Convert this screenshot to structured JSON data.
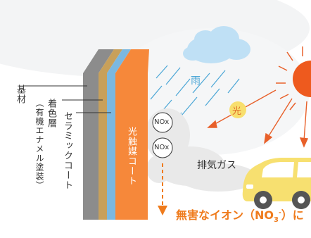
{
  "labels": {
    "substrate": "基材",
    "colored_layer": "着色層",
    "colored_layer_note": "（有機エナメル塗装）",
    "ceramic_coat": "セラミックコート",
    "photocatalyst_coat": "光触媒コート",
    "rain": "雨",
    "light": "光",
    "nox_1": "NOx",
    "nox_2": "NOx",
    "exhaust": "排気ガス"
  },
  "result": {
    "prefix": "無害なイオン（NO",
    "subscript": "3",
    "superscript": "-",
    "suffix": "）に"
  },
  "colors": {
    "substrate": "#8c8c8c",
    "colored_layer": "#c8a05a",
    "ceramic": "#7bb8e0",
    "photocatalyst": "#f6883a",
    "sun": "#ee5a1e",
    "ray": "#e8602a",
    "rain": "#4aa6d6",
    "cloud": "#bfe0f5",
    "car": "#f7e070",
    "accent": "#ef7b1c"
  }
}
